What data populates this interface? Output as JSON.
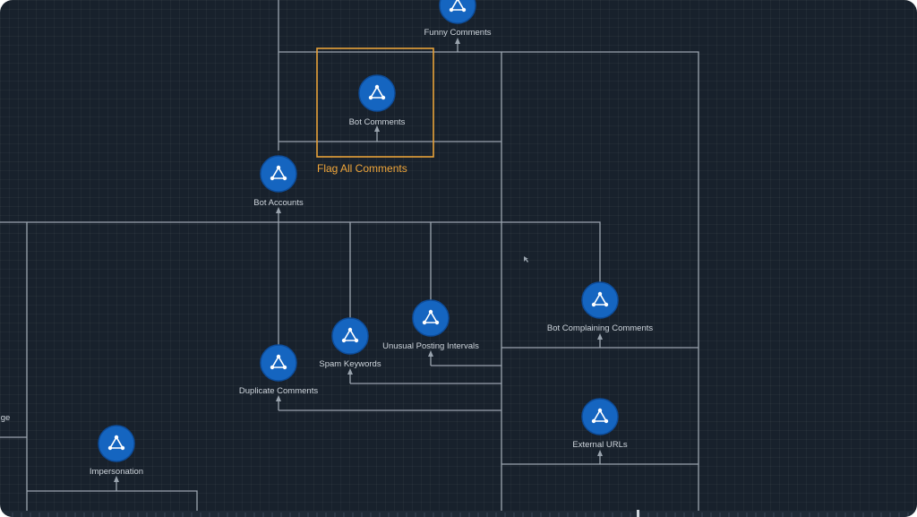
{
  "diagram": {
    "selection_label": "Flag All Comments",
    "nodes": [
      {
        "id": "funny",
        "label": "Funny Comments",
        "icon": "network-triangle-icon"
      },
      {
        "id": "bot_comments",
        "label": "Bot Comments",
        "icon": "network-triangle-icon"
      },
      {
        "id": "bot_accounts",
        "label": "Bot Accounts",
        "icon": "network-triangle-icon"
      },
      {
        "id": "spam",
        "label": "Spam Keywords",
        "icon": "network-triangle-icon"
      },
      {
        "id": "unusual",
        "label": "Unusual Posting Intervals",
        "icon": "network-triangle-icon"
      },
      {
        "id": "bot_complaining",
        "label": "Bot Complaining Comments",
        "icon": "network-triangle-icon"
      },
      {
        "id": "duplicate",
        "label": "Duplicate Comments",
        "icon": "network-triangle-icon"
      },
      {
        "id": "external",
        "label": "External URLs",
        "icon": "network-triangle-icon"
      },
      {
        "id": "impersonation",
        "label": "Impersonation",
        "icon": "network-triangle-icon"
      },
      {
        "id": "partial_left",
        "label": "ge",
        "icon": ""
      }
    ]
  },
  "colors": {
    "background": "#18212c",
    "node": "#1565c0",
    "connector": "#9aa4ae",
    "selection": "#e8a23a"
  }
}
